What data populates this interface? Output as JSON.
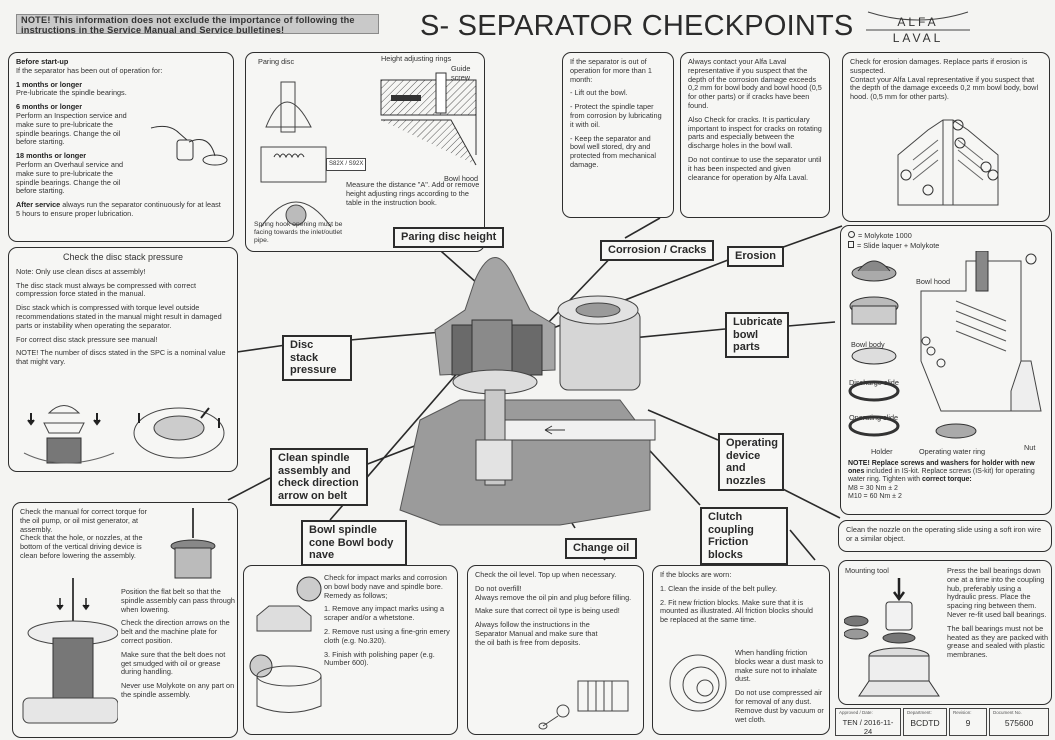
{
  "header": {
    "note": "NOTE! This information does not exclude the importance of following the instructions in the Service Manual and Service bulletines!",
    "title": "S- SEPARATOR CHECKPOINTS",
    "logo_top": "ALFA",
    "logo_bottom": "LAVAL"
  },
  "before_startup": {
    "heading": "Before start-up",
    "intro": "If the separator has been out of operation for:",
    "items": [
      {
        "title": "1 months or longer",
        "text": "Pre-lubricate the spindle bearings."
      },
      {
        "title": "6 months or longer",
        "text": "Perform an Inspection service and make sure to pre-lubricate the spindle bearings. Change the oil before starting."
      },
      {
        "title": "18 months or longer",
        "text": "Perform an Overhaul service and make sure to pre-lubricate the spindle bearings. Change the oil before starting."
      }
    ],
    "after_service_title": "After service",
    "after_service_text": "always run the separator continuously for at least 5 hours to ensure proper lubrication."
  },
  "paring_disc": {
    "fig_label_paring": "Paring disc",
    "fig_label_rings": "Height adjusting rings",
    "fig_label_screw": "Guide screw",
    "fig_label_hood": "Bowl hood",
    "fig_tag": "S82X / S92X",
    "measure_text": "Measure the distance \"A\". Add or remove height adjusting rings according to the table in the instruction book.",
    "spring_text": "Spring hook opening must be facing towards the inlet/outlet pipe."
  },
  "out_of_operation": {
    "intro": "If the separator is out of operation for more than 1 month:",
    "items": [
      "- Lift out the bowl.",
      "- Protect the spindle taper from corrosion by lubricating it with oil.",
      "- Keep the separator and bowl well stored, dry and protected from mechanical damage."
    ]
  },
  "corrosion": {
    "p1": "Always contact your Alfa Laval representative if you suspect that the depth of the corrosion damage exceeds 0,2 mm for bowl body and bowl hood (0,5 for other parts) or if cracks have been found.",
    "p2": "Also Check for cracks. It is particulary important to inspect for cracks on rotating parts and especially between the discharge holes in the bowl wall.",
    "p3": "Do not continue to use the separator until it has been inspected and given clearance for operation by Alfa Laval."
  },
  "erosion": {
    "p1": "Check for erosion damages. Replace parts if erosion is suspected.",
    "p2": "Contact your Alfa Laval representative if you suspect that the depth of the damage exceeds 0,2 mm bowl body, bowl hood. (0,5 mm for other parts)."
  },
  "disc_stack": {
    "heading": "Check the disc stack pressure",
    "p1": "Note: Only use clean discs at assembly!",
    "p2": "The disc stack must always be compressed with correct compression force stated in the manual.",
    "p3": "Disc stack which is compressed with torque level outside recommendations stated in the manual might result in damaged parts or instability when operating the separator.",
    "p4": "For correct disc stack pressure see manual!",
    "p5": "NOTE! The number of discs stated in the SPC is a nominal value that might vary."
  },
  "lubricate": {
    "legend_circle": "= Molykote 1000",
    "legend_square": "= Slide laquer + Molykote",
    "parts": [
      "Bowl hood",
      "Bowl body",
      "Discharge slide",
      "Operating slide",
      "Holder",
      "Operating water ring",
      "Nut"
    ],
    "note_bold": "NOTE! Replace screws and washers for holder with new ones",
    "note_rest": "included in IS-kit. Replace screws (IS-kit) for operating water ring. Tighten with",
    "note_torque": "correct torque:",
    "torques": [
      "M8  = 30 Nm ± 2",
      "M10 = 60 Nm ± 2"
    ]
  },
  "callouts": {
    "paring_disc_height": "Paring disc height",
    "corrosion_cracks": "Corrosion / Cracks",
    "erosion": "Erosion",
    "lubricate_bowl_parts": "Lubricate bowl parts",
    "disc_stack_pressure": "Disc stack pressure",
    "clean_spindle": "Clean spindle assembly and check direction arrow on belt",
    "operating_device": "Operating device and nozzles",
    "bowl_spindle_cone": "Bowl spindle cone Bowl body nave",
    "clutch_coupling": "Clutch coupling Friction blocks",
    "change_oil": "Change oil"
  },
  "spindle_assembly": {
    "p1": "Check the manual for correct torque for the oil pump, or oil mist generator, at assembly.",
    "p2": "Check that the hole, or nozzles, at the bottom of the vertical driving device is clean before lowering the assembly.",
    "p3": "Position the flat belt so that the spindle assembly can pass through when lowering.",
    "p4": "Check the direction arrows on the belt and the machine plate for correct position.",
    "p5": "Make sure that the belt does not get smudged with oil or grease during handling.",
    "p6": "Never use Molykote on any part on the spindle assembly."
  },
  "impact_marks": {
    "intro": "Check for impact marks and corrosion on bowl body nave and spindle bore.",
    "remedy": "Remedy as follows;",
    "steps": [
      "Remove any impact marks using a scraper and/or a whetstone.",
      "Remove rust using a fine-grin emery cloth    (e.g. No.320).",
      "Finish with polishing paper (e.g. Number 600)."
    ]
  },
  "oil": {
    "p1": "Check the oil level. Top up when necessary.",
    "p2a": "Do not overfill!",
    "p2b": "Always remove the oil pin and plug before filling.",
    "p3": "Make sure that correct oil type is being used!",
    "p4": "Always follow the instructions in the Separator Manual and make sure that the oil bath is free from deposits."
  },
  "friction_blocks": {
    "intro": "If the blocks are worn:",
    "steps": [
      "Clean the inside of the belt pulley.",
      "Fit new friction blocks. Make sure that it is mounted as illustrated. All friction blocks should be replaced at the same time."
    ],
    "dust_mask": "When handling friction blocks wear a dust mask to make sure not to inhalate dust.",
    "compressed_air": "Do not use compressed air for removal of any dust. Remove dust by vacuum or wet cloth."
  },
  "nozzle": {
    "text": "Clean the nozzle on the operating slide using a soft iron wire or a similar object."
  },
  "ball_bearings": {
    "tool_label": "Mounting tool",
    "p1": "Press the ball bearings down one at a time into the coupling hub, preferably using a hydraulic press. Place the spacing ring between them. Never re-fit used ball bearings.",
    "p2": "The ball bearings must not be heated as they are packed with grease and sealed with plastic membranes."
  },
  "footer": {
    "approved_label": "Approved / Date:",
    "approved_value": "TEN / 2016-11-24",
    "department_label": "Department:",
    "department_value": "BCDTD",
    "revision_label": "Revision:",
    "revision_value": "9",
    "document_label": "Document No.",
    "document_value": "575600"
  }
}
